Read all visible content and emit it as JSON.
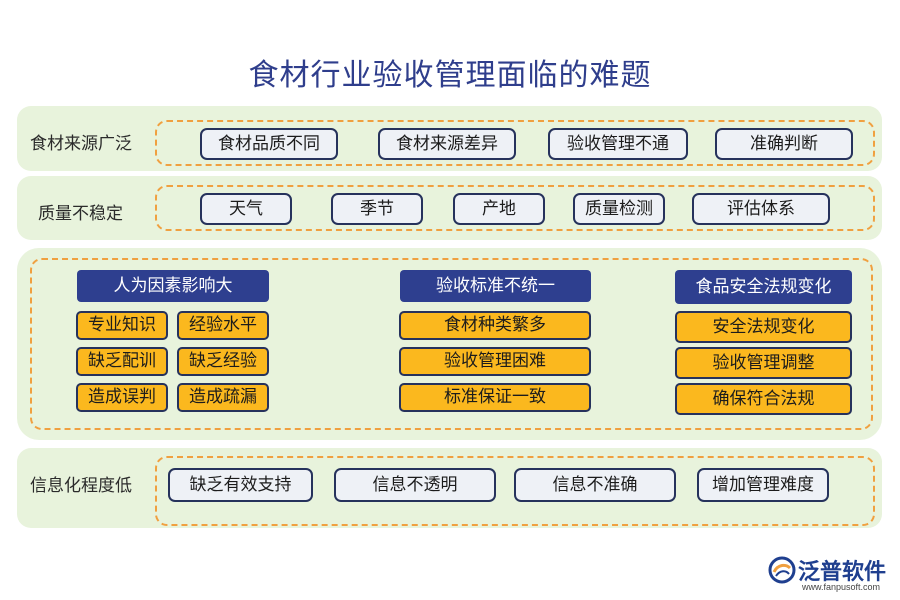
{
  "title": "食材行业验收管理面临的难题",
  "rows": {
    "source": {
      "label": "食材来源广泛",
      "items": [
        "食材品质不同",
        "食材来源差异",
        "验收管理不通",
        "准确判断"
      ]
    },
    "quality": {
      "label": "质量不稳定",
      "items": [
        "天气",
        "季节",
        "产地",
        "质量检测",
        "评估体系"
      ]
    },
    "info": {
      "label": "信息化程度低",
      "items": [
        "缺乏有效支持",
        "信息不透明",
        "信息不准确",
        "增加管理难度"
      ]
    }
  },
  "groups": {
    "human": {
      "header": "人为因素影响大",
      "items": [
        "专业知识",
        "经验水平",
        "缺乏配训",
        "缺乏经验",
        "造成误判",
        "造成疏漏"
      ]
    },
    "standard": {
      "header": "验收标准不统一",
      "items": [
        "食材种类繁多",
        "验收管理困难",
        "标准保证一致"
      ]
    },
    "law": {
      "header": "食品安全法规变化",
      "items": [
        "安全法规变化",
        "验收管理调整",
        "确保符合法规"
      ]
    }
  },
  "logo": {
    "name": "泛普软件",
    "url": "www.fanpusoft.com",
    "icon": "fanpu-logo-icon"
  },
  "colors": {
    "navy": "#2e3f8f",
    "orange": "#fbb81e",
    "band": "#e8f3dc",
    "dash": "#f0a040"
  }
}
